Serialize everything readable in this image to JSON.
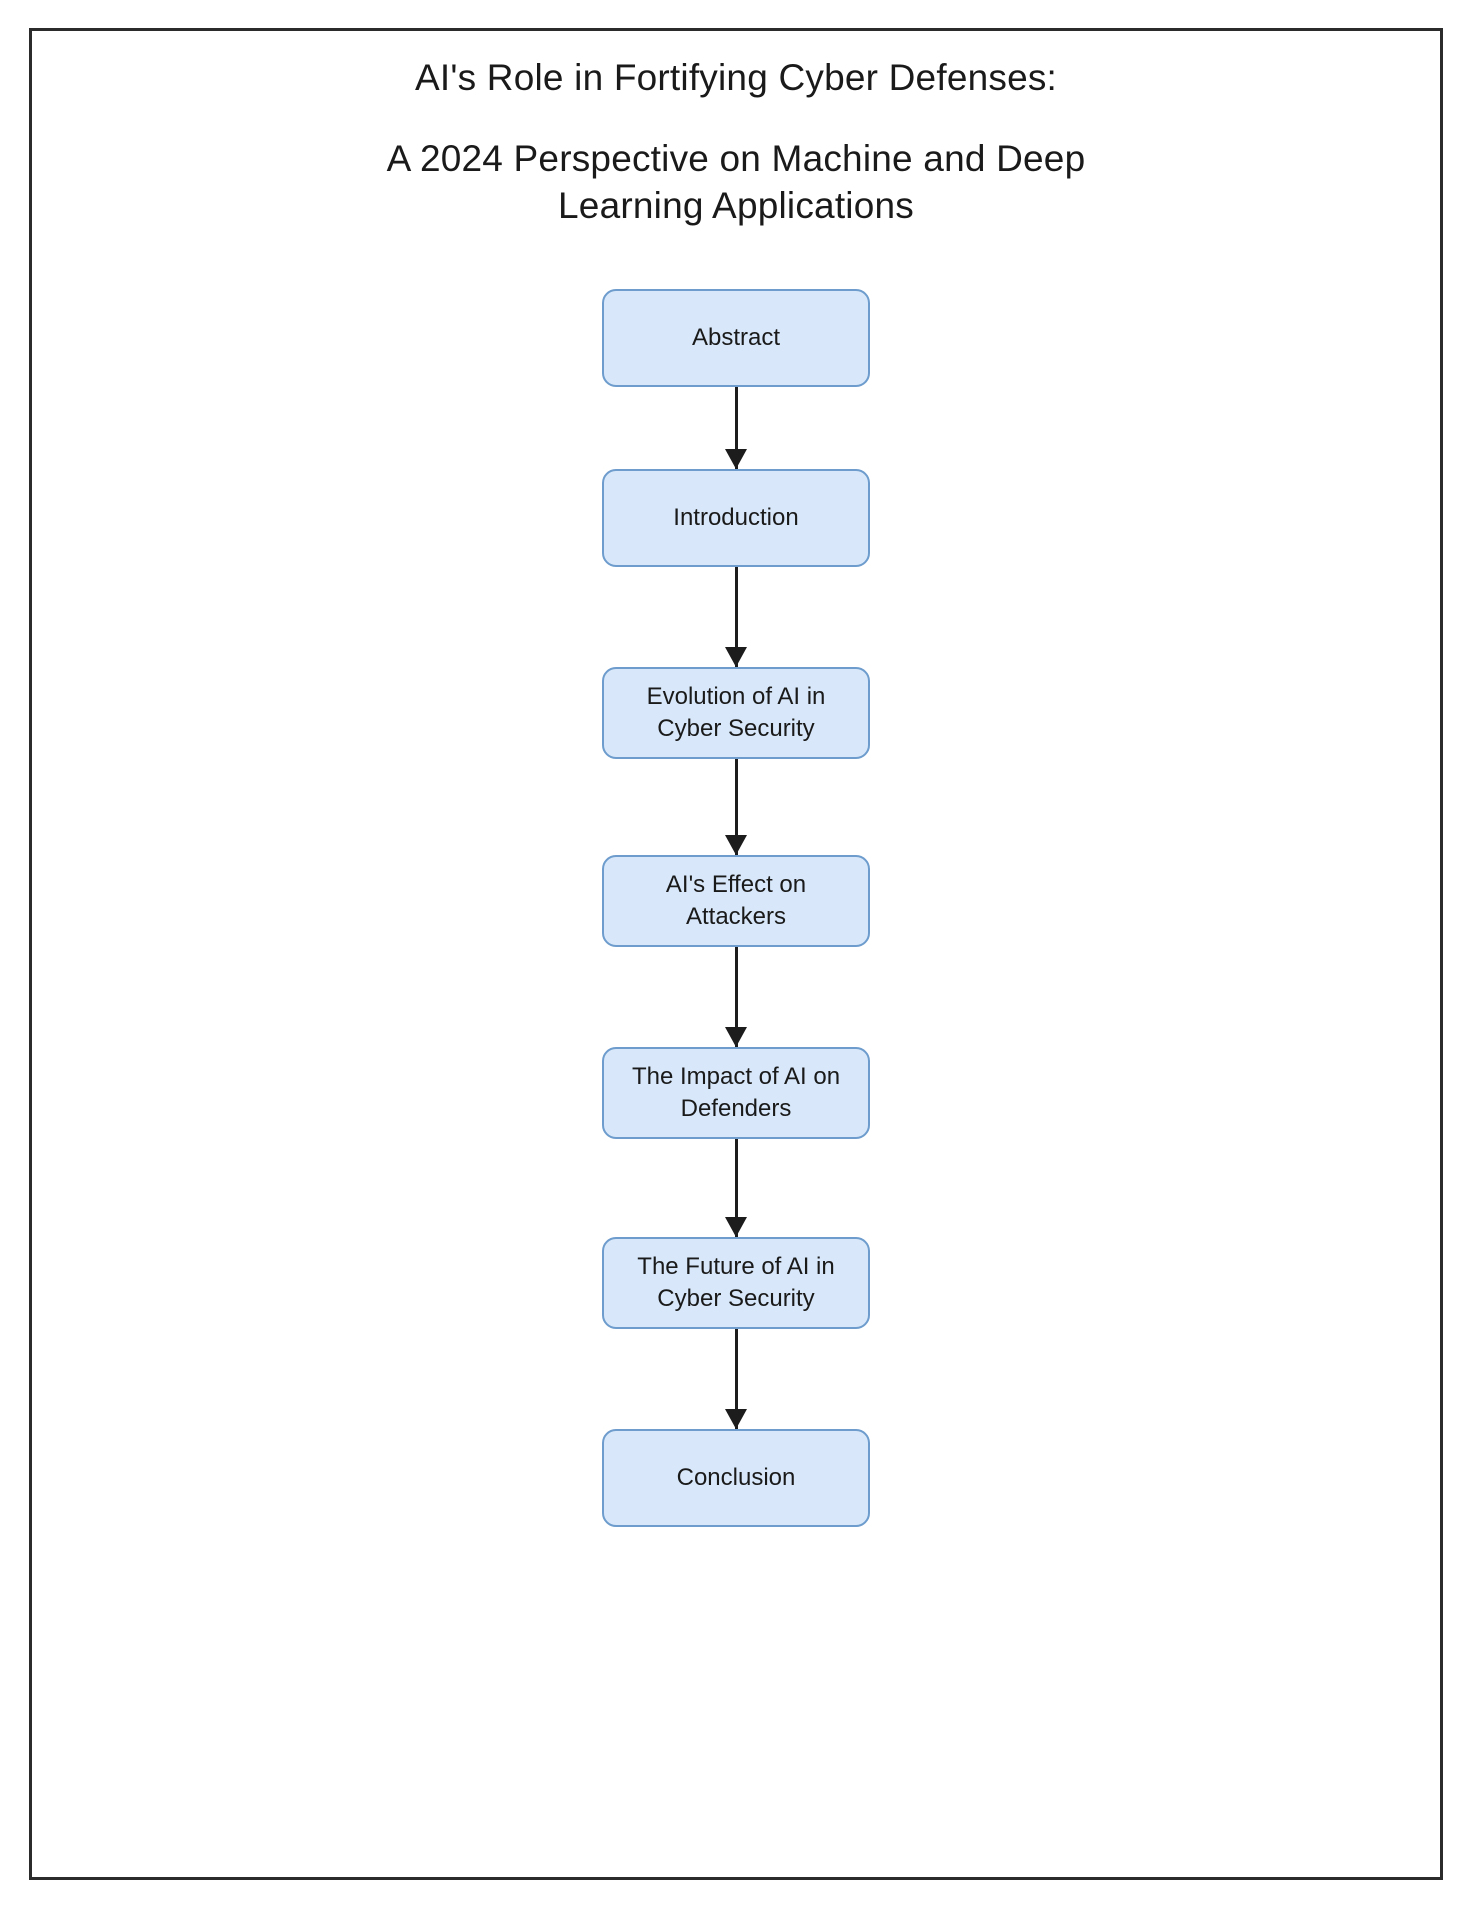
{
  "document": {
    "title_lines": [
      "AI's Role in Fortifying Cyber Defenses:",
      "A 2024 Perspective on Machine and Deep",
      "Learning Applications"
    ]
  },
  "colors": {
    "node_fill": "#d8e8fa",
    "node_border": "#6d9ccd",
    "arrow": "#1c1c1c",
    "frame_border": "#2b2b2b",
    "text": "#1a1a1a",
    "background": "#ffffff"
  },
  "chart_data": {
    "type": "diagram",
    "diagram_kind": "flowchart",
    "orientation": "top-to-bottom",
    "title": "AI's Role in Fortifying Cyber Defenses: A 2024 Perspective on Machine and Deep Learning Applications",
    "nodes": [
      {
        "id": "abstract",
        "label": "Abstract",
        "lines": 1
      },
      {
        "id": "intro",
        "label": "Introduction",
        "lines": 1
      },
      {
        "id": "evolution",
        "label": "Evolution of AI in\nCyber Security",
        "lines": 2
      },
      {
        "id": "attackers",
        "label": "AI's Effect on\nAttackers",
        "lines": 2
      },
      {
        "id": "defenders",
        "label": "The Impact of AI on\nDefenders",
        "lines": 2
      },
      {
        "id": "future",
        "label": "The Future of AI in\nCyber Security",
        "lines": 2
      },
      {
        "id": "conclusion",
        "label": "Conclusion",
        "lines": 1
      }
    ],
    "edges": [
      {
        "from": "abstract",
        "to": "intro",
        "arrow": "down"
      },
      {
        "from": "intro",
        "to": "evolution",
        "arrow": "down"
      },
      {
        "from": "evolution",
        "to": "attackers",
        "arrow": "down"
      },
      {
        "from": "attackers",
        "to": "defenders",
        "arrow": "down"
      },
      {
        "from": "defenders",
        "to": "future",
        "arrow": "down"
      },
      {
        "from": "future",
        "to": "conclusion",
        "arrow": "down"
      }
    ]
  }
}
